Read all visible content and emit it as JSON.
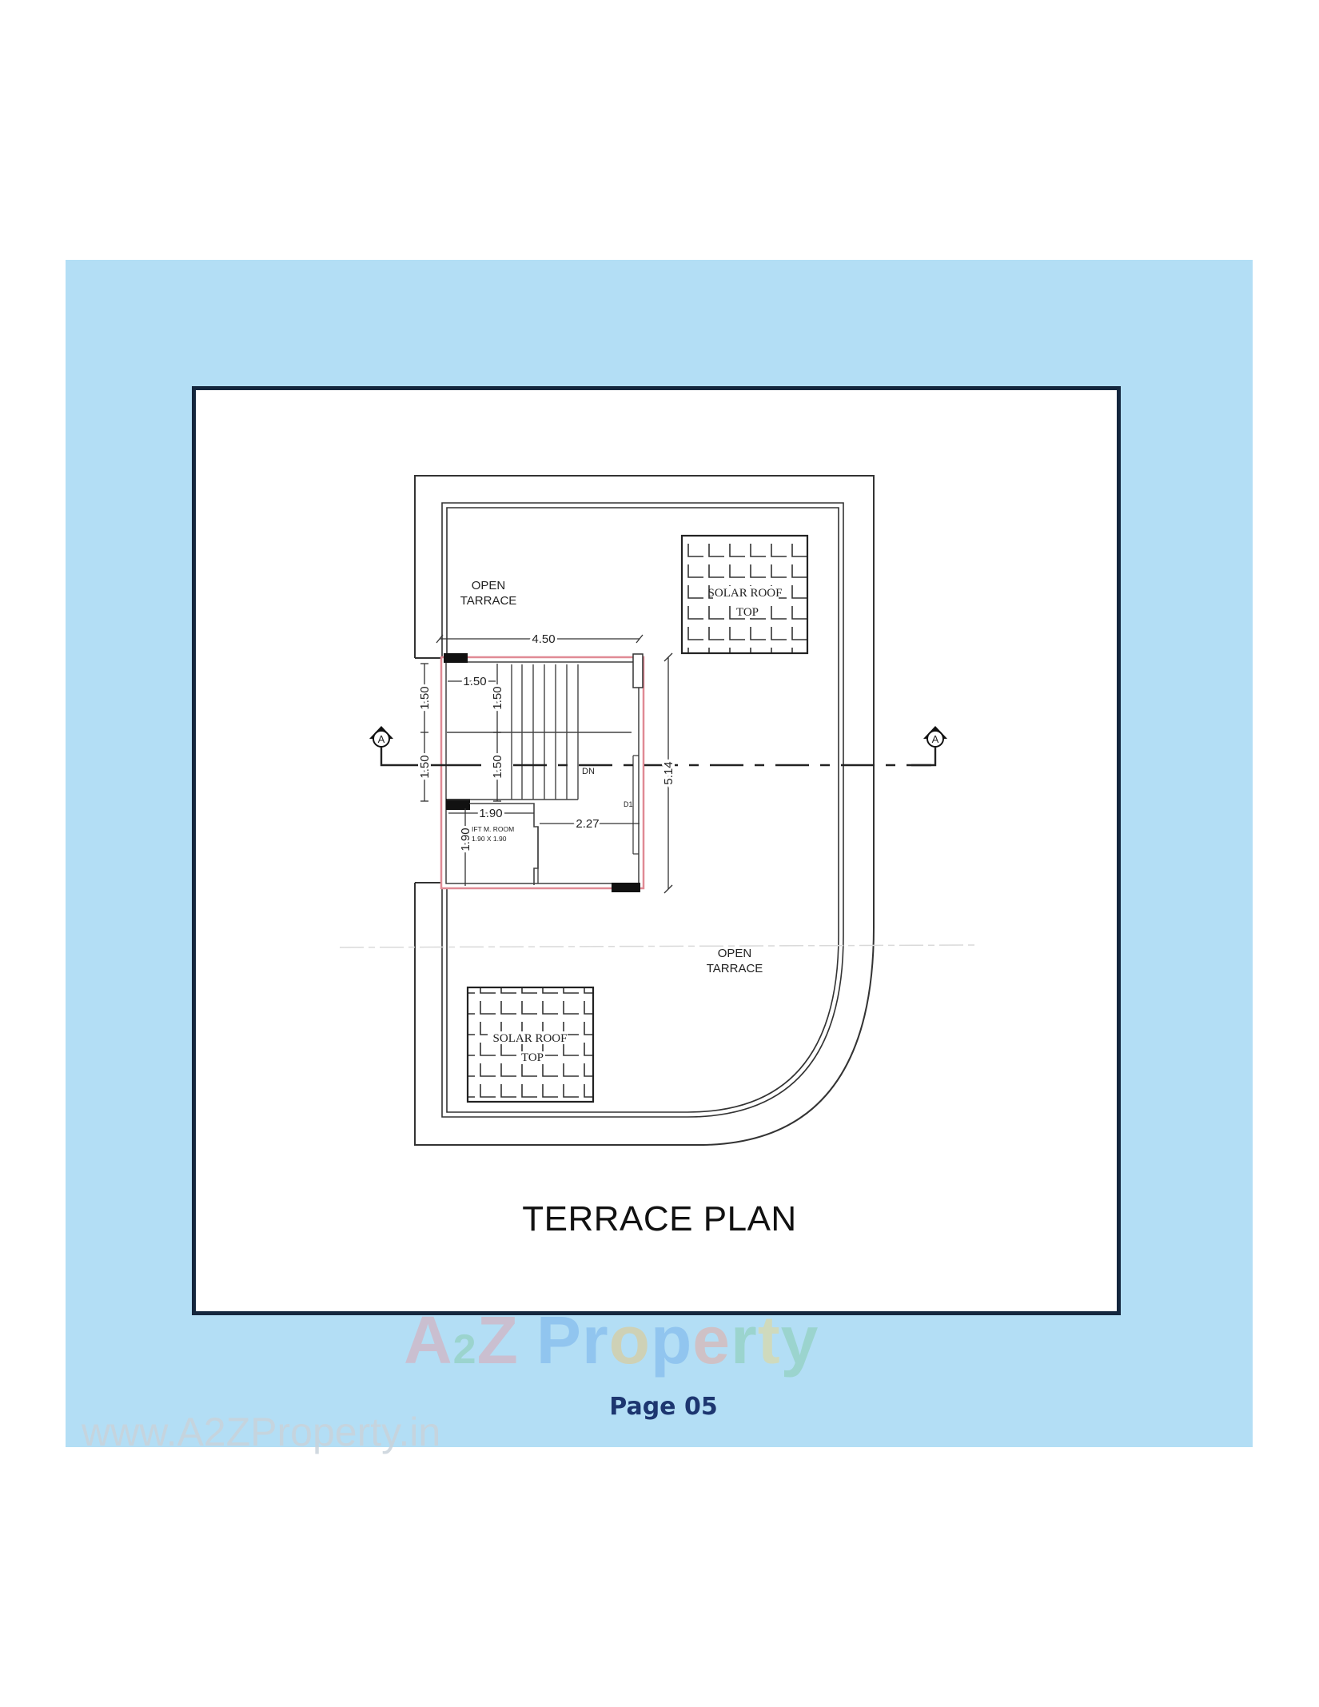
{
  "document": {
    "page_label": "Page 05",
    "watermark_url": "www.A2ZProperty.in",
    "watermark_brand": {
      "letters": [
        "A",
        "2",
        "Z",
        " ",
        "P",
        "r",
        "o",
        "p",
        "e",
        "r",
        "t",
        "y"
      ],
      "colors": [
        "#e79aa5",
        "#7fc9a0",
        "#e79aa5",
        "",
        "#6aa8e8",
        "#6aa8e8",
        "#f0c26a",
        "#6aa8e8",
        "#f19f8e",
        "#7fc9a0",
        "#f1d77a",
        "#7fc9a0"
      ]
    },
    "colors": {
      "panel_background": "#b3def5",
      "frame_border": "#14263d",
      "page_label": "#1d3670",
      "stair_outline": "#e08a95"
    }
  },
  "drawing": {
    "title": "TERRACE PLAN",
    "labels": {
      "open_terrace_top": [
        "OPEN",
        "TARRACE"
      ],
      "open_terrace_bottom": [
        "OPEN",
        "TARRACE"
      ],
      "solar_top": [
        "SOLAR ROOF",
        "TOP"
      ],
      "solar_bottom": [
        "SOLAR ROOF",
        "TOP"
      ],
      "lift_room": "IFT M. ROOM",
      "lift_room_size": "1.90 X 1.90",
      "stair_direction": "DN",
      "door_tag": "D1",
      "section_marker_left": "A",
      "section_marker_right": "A"
    },
    "dimensions": {
      "stair_width_total": "4.50",
      "landing_width": "1.50",
      "flight_left_upper": "1.50",
      "flight_left_lower": "1.50",
      "flight_inner_upper": "1.50",
      "flight_inner_lower": "1.50",
      "lift_room_width": "1.90",
      "lift_room_depth": "1.90",
      "lobby_width": "2.27",
      "overall_depth": "5.14"
    }
  }
}
